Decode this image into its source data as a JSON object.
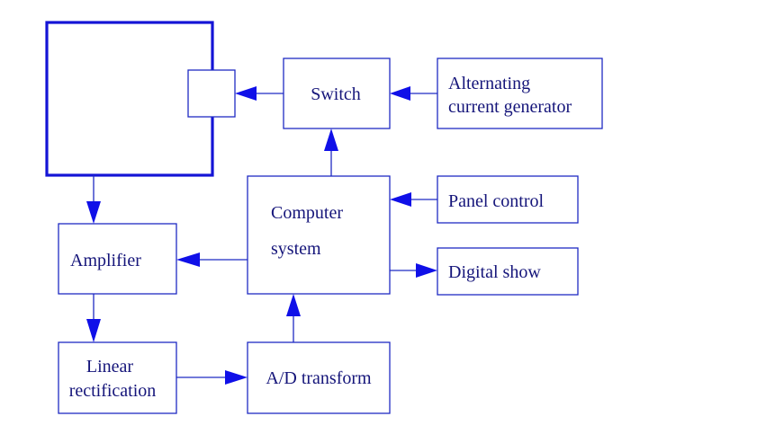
{
  "blocks": {
    "switch": "Switch",
    "ac_generator_line1": "Alternating",
    "ac_generator_line2": "current generator",
    "computer_line1": "Computer",
    "computer_line2": "system",
    "panel_control": "Panel control",
    "digital_show": "Digital show",
    "amplifier": "Amplifier",
    "linear_rect_line1": "Linear",
    "linear_rect_line2": "rectification",
    "ad_transform": "A/D transform"
  },
  "colors": {
    "box_stroke": "#1f2bc4",
    "sensor_stroke": "#1414d6",
    "arrow_fill": "#1010e8",
    "text": "#15157a"
  }
}
